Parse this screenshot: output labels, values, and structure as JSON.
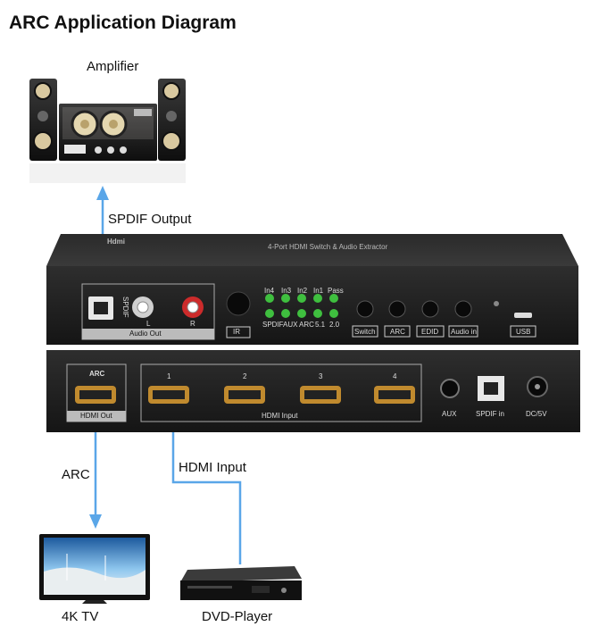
{
  "title": "ARC Application Diagram",
  "devices": {
    "amplifier": "Amplifier",
    "tv": "4K TV",
    "dvd": "DVD-Player"
  },
  "connections": {
    "spdif_output": "SPDIF Output",
    "arc": "ARC",
    "hdmi_input": "HDMI Input"
  },
  "front_panel": {
    "brand": "Hdmi",
    "model_text": "4-Port HDMI Switch & Audio Extractor",
    "spdif": "SPDIF",
    "audio_out": "Audio Out",
    "left": "L",
    "right": "R",
    "ir": "IR",
    "led_top": [
      "In4",
      "In3",
      "In2",
      "In1",
      "Pass"
    ],
    "led_bottom": [
      "SPDIF",
      "AUX",
      "ARC",
      "5.1",
      "2.0"
    ],
    "buttons": [
      "Switch",
      "ARC",
      "EDID",
      "Audio in"
    ],
    "usb": "USB"
  },
  "rear_panel": {
    "arc": "ARC",
    "hdmi_out": "HDMI Out",
    "ports": [
      "1",
      "2",
      "3",
      "4"
    ],
    "hdmi_input": "HDMI Input",
    "aux": "AUX",
    "spdif_in": "SPDIF in",
    "dc": "DC/5V"
  },
  "colors": {
    "arrow": "#5aa6e8",
    "device_body": "#1c1c1c",
    "led": "#3fbf3f",
    "hdmi_port": "#c08a2e"
  }
}
